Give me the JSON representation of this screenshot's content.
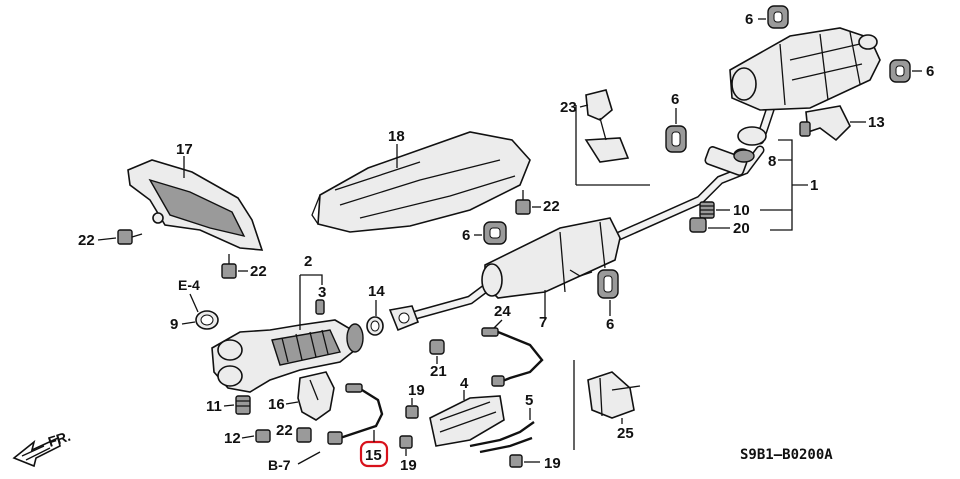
{
  "diagram_code": "S9B1–B0200A",
  "front_label": "FR.",
  "refs": {
    "e4": "E-4",
    "b7": "B-7"
  },
  "callouts": {
    "c1": "1",
    "c2": "2",
    "c3": "3",
    "c4": "4",
    "c5": "5",
    "c6a": "6",
    "c6b": "6",
    "c6c": "6",
    "c6d": "6",
    "c6e": "6",
    "c7": "7",
    "c8": "8",
    "c9": "9",
    "c10": "10",
    "c11": "11",
    "c12": "12",
    "c13": "13",
    "c14": "14",
    "c15": "15",
    "c16": "16",
    "c17": "17",
    "c18": "18",
    "c19a": "19",
    "c19b": "19",
    "c19c": "19",
    "c20": "20",
    "c21": "21",
    "c22a": "22",
    "c22b": "22",
    "c22c": "22",
    "c22d": "22",
    "c23": "23",
    "c24": "24",
    "c25": "25"
  },
  "highlighted_part": "15",
  "highlight_color": "#d8111b"
}
